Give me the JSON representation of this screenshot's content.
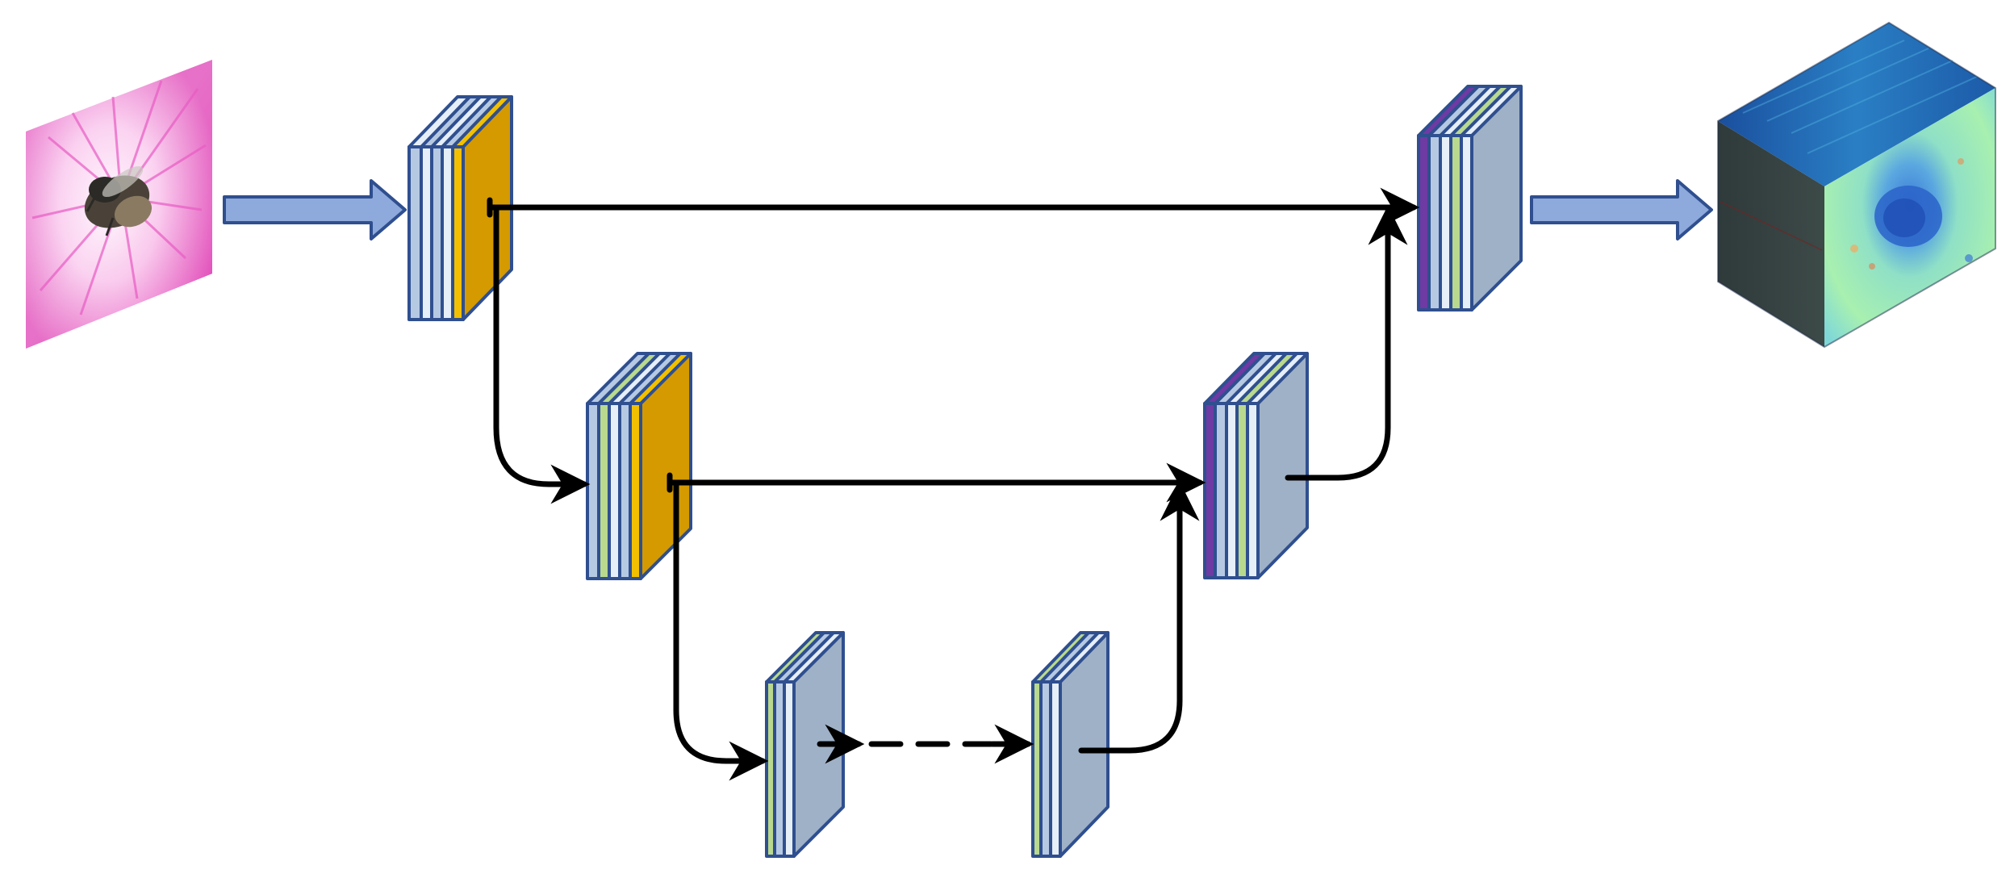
{
  "diagram": {
    "input_image": {
      "icon": "flower-with-bee-photo",
      "note": ""
    },
    "output_volume": {
      "icon": "hyperspectral-cube"
    },
    "colors": {
      "outline": "#2f4f8f",
      "slab_front": "#9fb1c7",
      "encoder_front": "#d49a00",
      "stripe_light": "#e6eef8",
      "stripe_blue": "#b6c9e3",
      "stripe_yellow": "#f2c000",
      "stripe_green": "#b9d98e",
      "stripe_purple": "#6e3aa3",
      "arrow_fill": "#8ea9db",
      "connector": "#000000"
    },
    "blocks": [
      {
        "id": "encoder-block-1",
        "role": "encoder",
        "stage": 1
      },
      {
        "id": "encoder-block-2",
        "role": "encoder",
        "stage": 2
      },
      {
        "id": "bottleneck-block-1",
        "role": "bottleneck",
        "stage": 3
      },
      {
        "id": "bottleneck-block-2",
        "role": "bottleneck",
        "stage": 3
      },
      {
        "id": "decoder-block-2",
        "role": "decoder",
        "stage": 2
      },
      {
        "id": "decoder-block-1",
        "role": "decoder",
        "stage": 1
      }
    ],
    "connections": [
      {
        "from": "input-image",
        "to": "encoder-block-1",
        "kind": "input"
      },
      {
        "from": "encoder-block-1",
        "to": "decoder-block-1",
        "kind": "skip"
      },
      {
        "from": "encoder-block-1",
        "to": "encoder-block-2",
        "kind": "down"
      },
      {
        "from": "encoder-block-2",
        "to": "decoder-block-2",
        "kind": "skip"
      },
      {
        "from": "encoder-block-2",
        "to": "bottleneck-block-1",
        "kind": "down"
      },
      {
        "from": "bottleneck-block-1",
        "to": "bottleneck-block-2",
        "kind": "repeat-dashed"
      },
      {
        "from": "bottleneck-block-2",
        "to": "decoder-block-2",
        "kind": "up"
      },
      {
        "from": "decoder-block-2",
        "to": "decoder-block-1",
        "kind": "up"
      },
      {
        "from": "decoder-block-1",
        "to": "output-volume",
        "kind": "output"
      }
    ]
  }
}
